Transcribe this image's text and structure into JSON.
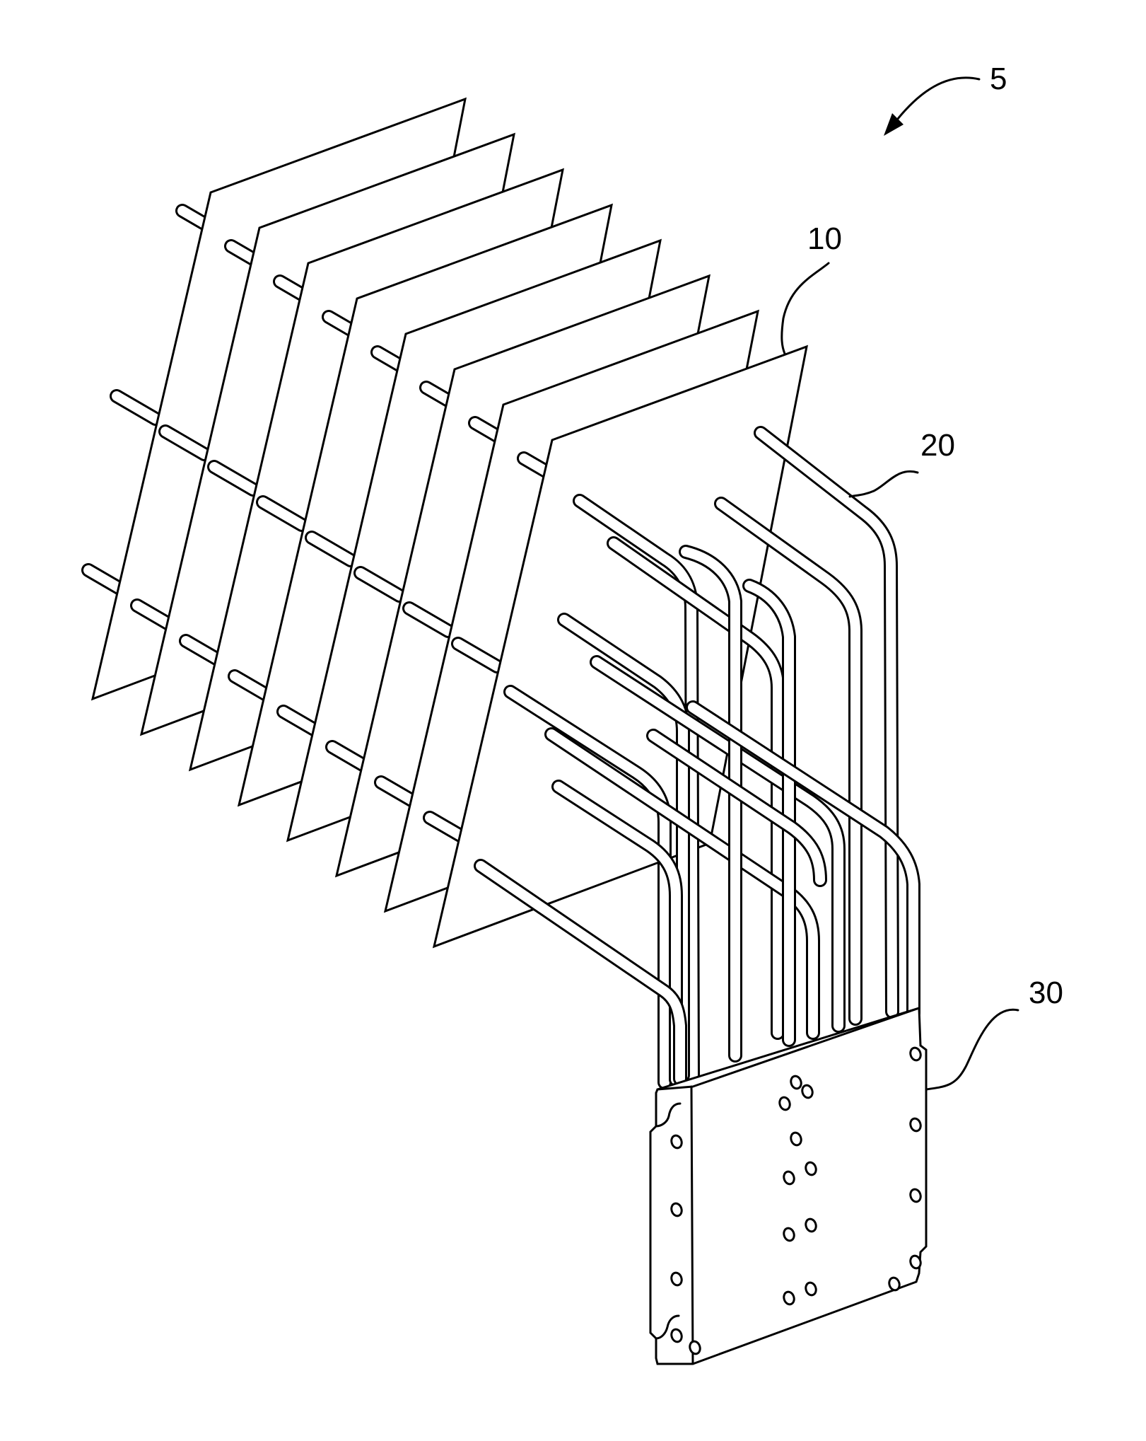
{
  "figure": {
    "labels": {
      "assembly": "5",
      "fin": "10",
      "heat_pipe": "20",
      "base_plate": "30"
    },
    "colors": {
      "line": "#000000",
      "background": "#ffffff"
    }
  }
}
